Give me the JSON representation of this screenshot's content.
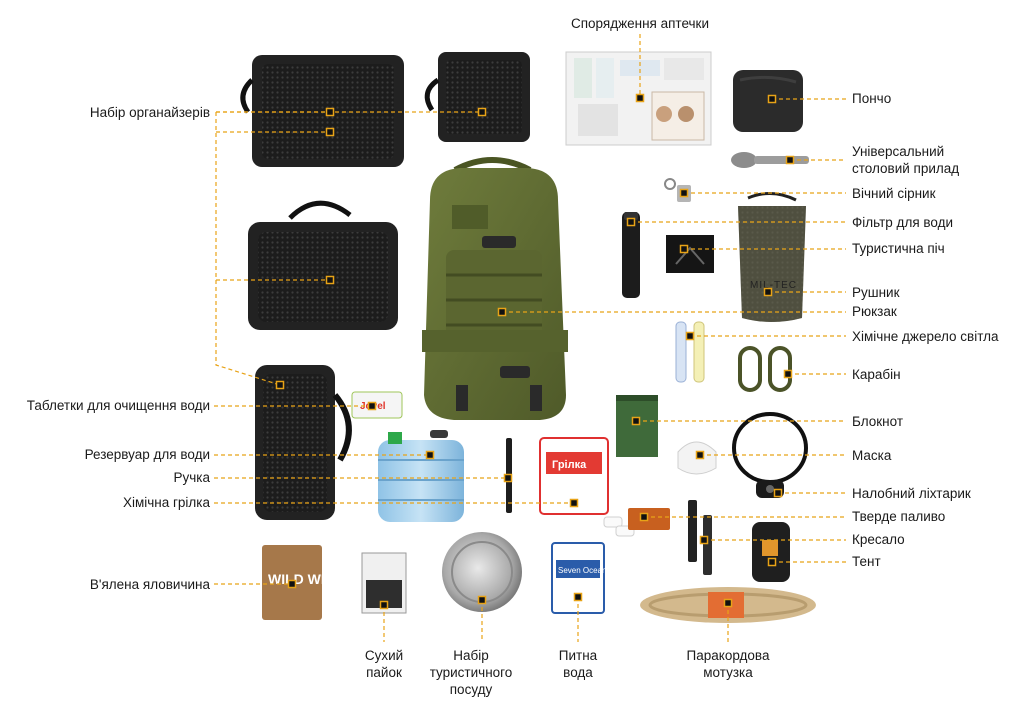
{
  "accent_color": "#e8a317",
  "labels": {
    "first_aid": "Спорядження аптечки",
    "organizers": "Набір органайзерів",
    "poncho": "Пончо",
    "cutlery": "Універсальний\nстоловий прилад",
    "eternal_match": "Вічний сірник",
    "water_filter": "Фільтр для води",
    "tourist_stove": "Туристична піч",
    "towel": "Рушник",
    "backpack": "Рюкзак",
    "chem_light": "Хімічне джерело світла",
    "carabiner": "Карабін",
    "water_tablets": "Таблетки для очищення води",
    "notebook": "Блокнот",
    "water_tank": "Резервуар для води",
    "mask": "Маска",
    "pen": "Ручка",
    "headlamp": "Налобний ліхтарик",
    "hand_warmer": "Хімічна грілка",
    "solid_fuel": "Тверде паливо",
    "flint": "Кресало",
    "tarp": "Тент",
    "jerky": "В'ялена яловичина",
    "dry_ration": "Сухий\nпайок",
    "cookware": "Набір\nтуристичного\nпосуду",
    "drinking_water": "Питна\nвода",
    "paracord": "Паракордова\nмотузка"
  },
  "product_text": {
    "jerky_brand": "WILD WILLY",
    "tablets_brand": "Jovel",
    "water_brand": "Seven Oceans",
    "warmer_brand": "Грілка"
  },
  "icons": [
    "organizer-bag-icon",
    "first-aid-kit-icon",
    "poncho-icon",
    "spork-icon",
    "match-icon",
    "water-filter-icon",
    "stove-icon",
    "towel-bag-icon",
    "backpack-icon",
    "glowstick-icon",
    "carabiner-icon",
    "tablets-icon",
    "notebook-icon",
    "water-tank-icon",
    "mask-icon",
    "pen-icon",
    "headlamp-icon",
    "hand-warmer-icon",
    "solid-fuel-icon",
    "flint-icon",
    "tarp-bag-icon",
    "jerky-bag-icon",
    "ration-pack-icon",
    "plate-icon",
    "water-pouch-icon",
    "paracord-icon"
  ]
}
